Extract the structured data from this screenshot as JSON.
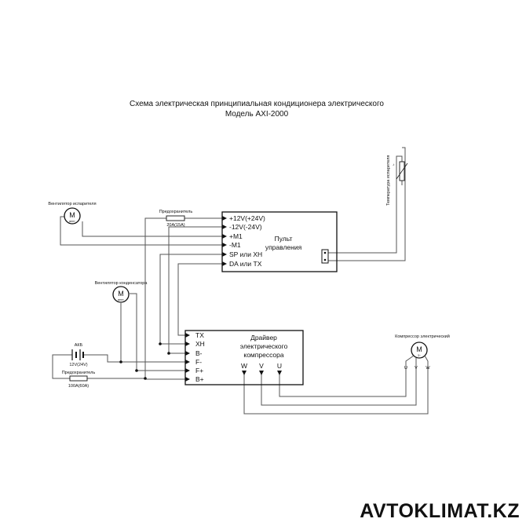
{
  "title": {
    "line1": "Схема электрическая принципиальная кондиционера электрического",
    "line2": "Модель AXI-2000"
  },
  "control_panel": {
    "name_line1": "Пульт",
    "name_line2": "управления",
    "pins": [
      "+12V(+24V)",
      "-12V(-24V)",
      "+M1",
      "-M1",
      "SP или XH",
      "DA или TX"
    ]
  },
  "driver": {
    "name_line1": "Драйвер",
    "name_line2": "электрического",
    "name_line3": "компрессора",
    "pins": [
      "TX",
      "XH",
      "B-",
      "F-",
      "F+",
      "B+"
    ],
    "phase_labels": [
      "W",
      "V",
      "U"
    ]
  },
  "evaporator_fan": {
    "label": "Вентилятор испарителя",
    "motor_letter": "M",
    "motor_sub": "вент"
  },
  "condenser_fan": {
    "label": "Вентилятор конденсатора",
    "motor_letter": "M",
    "motor_sub": "вент"
  },
  "compressor": {
    "label": "Компрессор электрический",
    "motor_letter": "M",
    "motor_sub": "3~",
    "phase_labels": [
      "U",
      "V",
      "W"
    ]
  },
  "fuse_small": {
    "label": "Предохранитель",
    "value": "20A(15A)"
  },
  "battery": {
    "label": "АКБ",
    "voltage": "12V(24V)"
  },
  "fuse_main": {
    "label": "Предохранитель",
    "value": "100A(60A)"
  },
  "temp_sensor": {
    "label": "Температура испарителя",
    "symbol": "-t"
  },
  "watermark": {
    "text": "AVTOKLIMAT.KZ"
  }
}
